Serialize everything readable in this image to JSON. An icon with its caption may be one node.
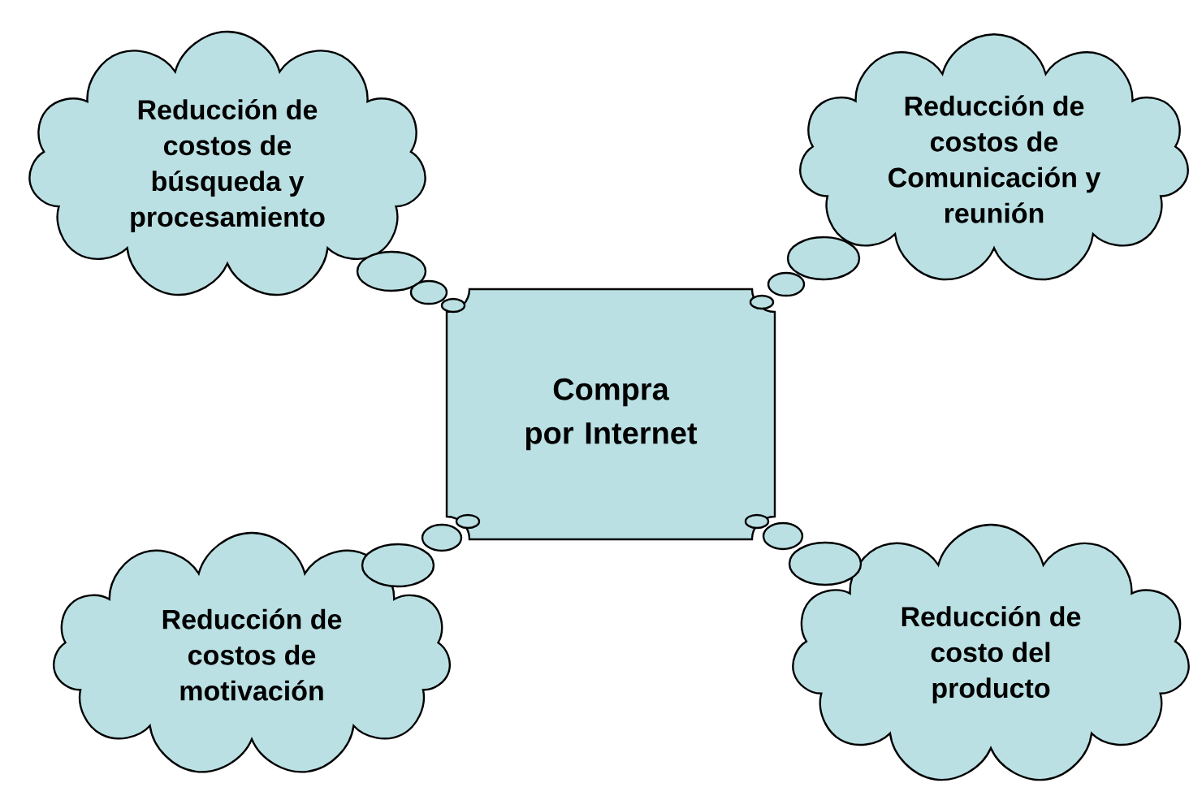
{
  "diagram": {
    "nodes": [
      {
        "text": [
          "Reducción de costos de búsqueda y procesamiento"
        ]
      },
      {
        "text": [
          "Reducción de costos de Comunicación y reunión"
        ]
      },
      {
        "text": [
          "Compra por Internet"
        ]
      },
      {
        "text": [
          "Reducción de costos de motivación"
        ]
      },
      {
        "text": [
          "Reducción de costo del producto"
        ]
      }
    ],
    "edges": [
      {
        "from": 2,
        "to": 0,
        "arrow": "none"
      },
      {
        "from": 2,
        "to": 1,
        "arrow": "none"
      },
      {
        "from": 2,
        "to": 3,
        "arrow": "none"
      },
      {
        "from": 2,
        "to": 4,
        "arrow": "none"
      }
    ]
  }
}
